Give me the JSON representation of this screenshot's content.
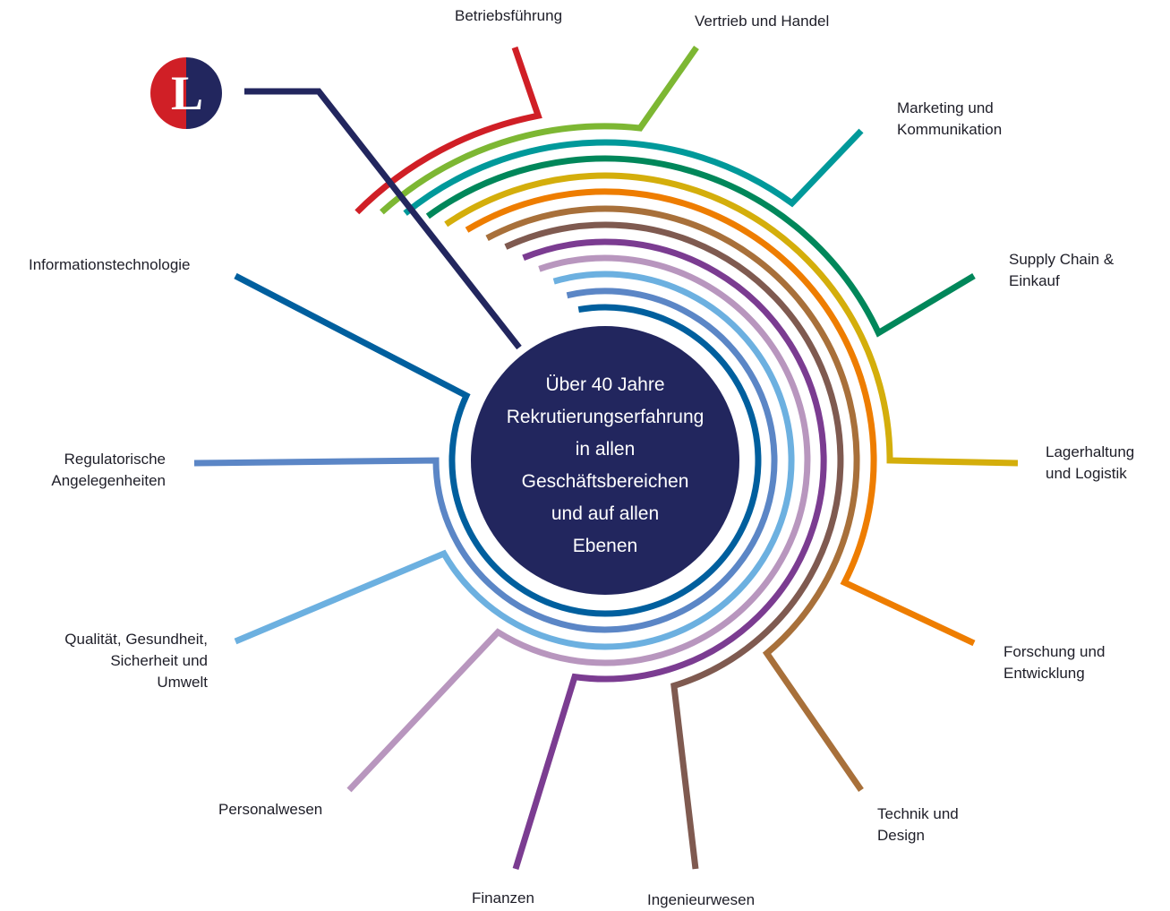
{
  "logo": {
    "letter": "L",
    "colors": {
      "left": "#d01f26",
      "right": "#22265e"
    }
  },
  "center": {
    "lines": [
      "Über 40 Jahre",
      "Rekrutierungserfahrung",
      "in allen",
      "Geschäftsbereichen",
      "und auf allen",
      "Ebenen"
    ],
    "fill": "#22265e"
  },
  "rings": [
    {
      "label": [
        "Betriebsführung"
      ],
      "color": "#d01f26"
    },
    {
      "label": [
        "Vertrieb und Handel"
      ],
      "color": "#7db733"
    },
    {
      "label": [
        "Marketing und",
        "Kommunikation"
      ],
      "color": "#00999a"
    },
    {
      "label": [
        "Supply Chain &",
        "Einkauf"
      ],
      "color": "#00875a"
    },
    {
      "label": [
        "Lagerhaltung",
        "und Logistik"
      ],
      "color": "#d4ae0b"
    },
    {
      "label": [
        "Forschung und",
        "Entwicklung"
      ],
      "color": "#ee7d00"
    },
    {
      "label": [
        "Technik und",
        "Design"
      ],
      "color": "#a8703a"
    },
    {
      "label": [
        "Ingenieurwesen"
      ],
      "color": "#7f5a50"
    },
    {
      "label": [
        "Finanzen"
      ],
      "color": "#7b3c91"
    },
    {
      "label": [
        "Personalwesen"
      ],
      "color": "#b896be"
    },
    {
      "label": [
        "Qualität, Gesundheit,",
        "Sicherheit und",
        "Umwelt"
      ],
      "color": "#6cb0e0"
    },
    {
      "label": [
        "Regulatorische",
        "Angelegenheiten"
      ],
      "color": "#5b86c6"
    },
    {
      "label": [
        "Informationstechnologie"
      ],
      "color": "#005f9e"
    }
  ]
}
